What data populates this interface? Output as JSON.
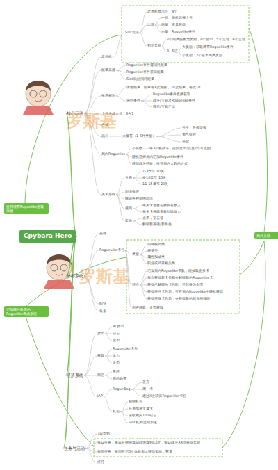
{
  "diagram": {
    "nodes": [
      {
        "text": [
          "Cpybara Hero"
        ]
      },
      {
        "text": [
          "核心玩法"
        ]
      },
      {
        "text": [
          "老虎机"
        ]
      },
      {
        "text": [
          "Slot玩法"
        ]
      },
      {
        "text": [
          "老虎机显示位：4个"
        ]
      },
      {
        "text": [
          "出现"
        ]
      },
      {
        "text": [
          "中间：随机选择士兵"
        ]
      },
      {
        "text": [
          "两侧：道具获得"
        ]
      },
      {
        "text": [
          "右侧：Roguelike事件"
        ]
      },
      {
        "text": [
          "判定奖励"
        ]
      },
      {
        "text": [
          "2个同类图案为奖励，4个金币，5个宝箱，6个宝箱"
        ]
      },
      {
        "text": [
          "3~5连"
        ]
      },
      {
        "text": [
          "大奖励：获取稀有Roguelike事件"
        ]
      },
      {
        "text": [
          "小奖励：2个基本同类奖励"
        ]
      },
      {
        "text": [
          "能量来源"
        ]
      },
      {
        "text": [
          "Roguelike事件需消耗能量"
        ]
      },
      {
        "text": [
          "Roguelike事件获得能量"
        ]
      },
      {
        "text": [
          "Slot玩法消耗能量"
        ]
      },
      {
        "text": [
          "推进规则"
        ]
      },
      {
        "text": [
          "体验能量：能量每X次免费，10次能量，每次10"
        ]
      },
      {
        "text": [
          "遇到事件"
        ]
      },
      {
        "text": [
          "Roguelike事件直接获取"
        ]
      },
      {
        "text": [
          "战斗/宝箱及Roguelike事件"
        ]
      },
      {
        "text": [
          "商店/宝箱产出"
        ]
      },
      {
        "text": [
          "士兵合成方式：3合1"
        ]
      },
      {
        "text": [
          "合成"
        ]
      },
      {
        "text": [
          "战斗"
        ]
      },
      {
        "text": [
          "大概有（1-6种类型）"
        ]
      },
      {
        "text": [
          "兵生、升级等级"
        ]
      },
      {
        "text": [
          "勇气提升"
        ]
      },
      {
        "text": [
          "进阶"
        ]
      },
      {
        "text": [
          "局内Roguelike"
        ]
      },
      {
        "text": [
          "小兵数"
        ]
      },
      {
        "text": [
          "每3个格战斗，得到金币/位置2个可选的"
        ]
      },
      {
        "text": [
          "随机选择局内增加Roguelike事件"
        ]
      },
      {
        "text": [
          "获得战斗经验，提升局内人数的方式"
        ]
      },
      {
        "text": [
          "关卡系统"
        ]
      },
      {
        "text": [
          "分布"
        ]
      },
      {
        "text": [
          "1-3章节 10关"
        ]
      },
      {
        "text": [
          "4-10章节 15关"
        ]
      },
      {
        "text": [
          "11-15章节 20关"
        ]
      },
      {
        "text": [
          "剧情推进"
        ]
      },
      {
        "text": [
          "解锁各种新的玩法"
        ]
      },
      {
        "text": [
          "规则"
        ]
      },
      {
        "text": [
          "每关卡需要击败所有敌人"
        ]
      },
      {
        "text": [
          "每关卡挑战失败扣除体力"
        ]
      },
      {
        "text": [
          "奖励"
        ]
      },
      {
        "text": [
          "金币，宝石等"
        ]
      },
      {
        "text": [
          "解锁新英雄/新角色"
        ]
      },
      {
        "text": [
          "外部系统"
        ]
      },
      {
        "text": [
          "英雄"
        ]
      },
      {
        "text": [
          "RogueLike卡包"
        ]
      },
      {
        "text": [
          "类型"
        ]
      },
      {
        "text": [
          "四种模式类"
        ]
      },
      {
        "text": [
          "精英类"
        ]
      },
      {
        "text": [
          "属性加成类"
        ]
      },
      {
        "text": [
          "职业或武器相关类"
        ]
      },
      {
        "text": [
          "特点"
        ]
      },
      {
        "text": [
          "增加局内Roguelike卡数，能抽取更多卡"
        ]
      },
      {
        "text": [
          "每次获得新卡包都会解锁新的Roguelike卡"
        ]
      },
      {
        "text": [
          "获得已解锁的卡包时，可转换为金币"
        ]
      },
      {
        "text": [
          "获得特性卡包后，可在局内Roguelike中随机获得"
        ]
      },
      {
        "text": [
          "获得特殊卡包后，会获得新的职业与技能"
        ]
      },
      {
        "text": [
          "用户获取：金币获取"
        ]
      },
      {
        "text": [
          "职业"
        ]
      },
      {
        "text": [
          "装备"
        ]
      },
      {
        "text": [
          "经济系统"
        ]
      },
      {
        "text": [
          "货币"
        ]
      },
      {
        "text": [
          "RL货币"
        ]
      },
      {
        "text": [
          "钻石"
        ]
      },
      {
        "text": [
          "金币"
        ]
      },
      {
        "text": [
          "获取"
        ]
      },
      {
        "text": [
          "RogueLike卡包"
        ]
      },
      {
        "text": [
          "体力"
        ]
      },
      {
        "text": [
          "金币"
        ]
      },
      {
        "text": [
          "商店"
        ]
      },
      {
        "text": [
          "常驻"
        ]
      },
      {
        "text": [
          "商品购买"
        ]
      },
      {
        "text": [
          "IAP"
        ]
      },
      {
        "text": [
          "RogueBag"
        ]
      },
      {
        "text": [
          "首充"
        ]
      },
      {
        "text": [
          "周一卡"
        ]
      },
      {
        "text": [
          "通过X次获得Roguelike卡包"
        ]
      },
      {
        "text": [
          "礼包"
        ]
      },
      {
        "text": [
          "初始礼包"
        ]
      },
      {
        "text": [
          "开局加速专属卡"
        ]
      },
      {
        "text": [
          "连续购买100钻石"
        ]
      },
      {
        "text": [
          "Slot机关/过期加速"
        ]
      },
      {
        "text": [
          "任务与活动"
        ]
      },
      {
        "text": [
          "7日签到"
        ]
      },
      {
        "text": [
          "每日任务：每日开始游戏Slot游戏到XX次，每日战斗XX次获得奖励"
        ]
      },
      {
        "text": [
          "每周任务：每周开启5次体验Slot获得奖励，重复"
        ]
      },
      {
        "text": [
          "排行"
        ]
      }
    ],
    "edges": [
      {
        "from": 0,
        "to": 1,
        "arrow": "none"
      },
      {
        "from": 1,
        "to": 2,
        "arrow": "none"
      },
      {
        "from": 2,
        "to": 3,
        "arrow": "none"
      },
      {
        "from": 3,
        "to": 4,
        "arrow": "none"
      },
      {
        "from": 3,
        "to": 5,
        "arrow": "none"
      },
      {
        "from": 5,
        "to": 6,
        "arrow": "none"
      },
      {
        "from": 5,
        "to": 7,
        "arrow": "none"
      },
      {
        "from": 5,
        "to": 8,
        "arrow": "none"
      },
      {
        "from": 3,
        "to": 9,
        "arrow": "none"
      },
      {
        "from": 9,
        "to": 10,
        "arrow": "none"
      },
      {
        "from": 9,
        "to": 11,
        "arrow": "none"
      },
      {
        "from": 11,
        "to": 12,
        "arrow": "none"
      },
      {
        "from": 11,
        "to": 13,
        "arrow": "none"
      },
      {
        "from": 1,
        "to": 14,
        "arrow": "none"
      },
      {
        "from": 14,
        "to": 15,
        "arrow": "none"
      },
      {
        "from": 14,
        "to": 16,
        "arrow": "none"
      },
      {
        "from": 14,
        "to": 17,
        "arrow": "none"
      },
      {
        "from": 1,
        "to": 18,
        "arrow": "none"
      },
      {
        "from": 18,
        "to": 19,
        "arrow": "none"
      },
      {
        "from": 18,
        "to": 20,
        "arrow": "none"
      },
      {
        "from": 20,
        "to": 21,
        "arrow": "none"
      },
      {
        "from": 20,
        "to": 22,
        "arrow": "none"
      },
      {
        "from": 20,
        "to": 23,
        "arrow": "none"
      },
      {
        "from": 1,
        "to": 24,
        "arrow": "none"
      },
      {
        "from": 1,
        "to": 25,
        "arrow": "none"
      },
      {
        "from": 1,
        "to": 26,
        "arrow": "none"
      },
      {
        "from": 26,
        "to": 27,
        "arrow": "none"
      },
      {
        "from": 27,
        "to": 28,
        "arrow": "none"
      },
      {
        "from": 27,
        "to": 29,
        "arrow": "none"
      },
      {
        "from": 27,
        "to": 30,
        "arrow": "none"
      },
      {
        "from": 1,
        "to": 31,
        "arrow": "none"
      },
      {
        "from": 31,
        "to": 32,
        "arrow": "none"
      },
      {
        "from": 32,
        "to": 33,
        "arrow": "none"
      },
      {
        "from": 31,
        "to": 34,
        "arrow": "none"
      },
      {
        "from": 31,
        "to": 35,
        "arrow": "none"
      },
      {
        "from": 1,
        "to": 36,
        "arrow": "none"
      },
      {
        "from": 36,
        "to": 37,
        "arrow": "none"
      },
      {
        "from": 37,
        "to": 38,
        "arrow": "none"
      },
      {
        "from": 37,
        "to": 39,
        "arrow": "none"
      },
      {
        "from": 37,
        "to": 40,
        "arrow": "none"
      },
      {
        "from": 36,
        "to": 41,
        "arrow": "none"
      },
      {
        "from": 36,
        "to": 42,
        "arrow": "none"
      },
      {
        "from": 36,
        "to": 43,
        "arrow": "none"
      },
      {
        "from": 43,
        "to": 44,
        "arrow": "none"
      },
      {
        "from": 43,
        "to": 45,
        "arrow": "none"
      },
      {
        "from": 36,
        "to": 46,
        "arrow": "none"
      },
      {
        "from": 46,
        "to": 47,
        "arrow": "none"
      },
      {
        "from": 46,
        "to": 48,
        "arrow": "none"
      },
      {
        "from": 0,
        "to": 49,
        "arrow": "none"
      },
      {
        "from": 49,
        "to": 50,
        "arrow": "none"
      },
      {
        "from": 49,
        "to": 51,
        "arrow": "none"
      },
      {
        "from": 51,
        "to": 52,
        "arrow": "none"
      },
      {
        "from": 52,
        "to": 53,
        "arrow": "none"
      },
      {
        "from": 52,
        "to": 54,
        "arrow": "none"
      },
      {
        "from": 52,
        "to": 55,
        "arrow": "none"
      },
      {
        "from": 52,
        "to": 56,
        "arrow": "none"
      },
      {
        "from": 51,
        "to": 57,
        "arrow": "none"
      },
      {
        "from": 57,
        "to": 58,
        "arrow": "none"
      },
      {
        "from": 57,
        "to": 59,
        "arrow": "none"
      },
      {
        "from": 57,
        "to": 60,
        "arrow": "none"
      },
      {
        "from": 57,
        "to": 61,
        "arrow": "none"
      },
      {
        "from": 57,
        "to": 62,
        "arrow": "none"
      },
      {
        "from": 51,
        "to": 63,
        "arrow": "none"
      },
      {
        "from": 49,
        "to": 64,
        "arrow": "none"
      },
      {
        "from": 49,
        "to": 65,
        "arrow": "none"
      },
      {
        "from": 0,
        "to": 66,
        "arrow": "none"
      },
      {
        "from": 66,
        "to": 67,
        "arrow": "none"
      },
      {
        "from": 67,
        "to": 68,
        "arrow": "none"
      },
      {
        "from": 67,
        "to": 69,
        "arrow": "none"
      },
      {
        "from": 67,
        "to": 70,
        "arrow": "none"
      },
      {
        "from": 66,
        "to": 71,
        "arrow": "none"
      },
      {
        "from": 71,
        "to": 72,
        "arrow": "none"
      },
      {
        "from": 71,
        "to": 73,
        "arrow": "none"
      },
      {
        "from": 71,
        "to": 74,
        "arrow": "none"
      },
      {
        "from": 66,
        "to": 75,
        "arrow": "none"
      },
      {
        "from": 75,
        "to": 76,
        "arrow": "none"
      },
      {
        "from": 75,
        "to": 77,
        "arrow": "none"
      },
      {
        "from": 66,
        "to": 78,
        "arrow": "none"
      },
      {
        "from": 78,
        "to": 79,
        "arrow": "none"
      },
      {
        "from": 79,
        "to": 80,
        "arrow": "none"
      },
      {
        "from": 79,
        "to": 81,
        "arrow": "none"
      },
      {
        "from": 79,
        "to": 82,
        "arrow": "none"
      },
      {
        "from": 78,
        "to": 83,
        "arrow": "none"
      },
      {
        "from": 83,
        "to": 84,
        "arrow": "none"
      },
      {
        "from": 83,
        "to": 85,
        "arrow": "none"
      },
      {
        "from": 83,
        "to": 86,
        "arrow": "none"
      },
      {
        "from": 83,
        "to": 87,
        "arrow": "none"
      },
      {
        "from": 0,
        "to": 88,
        "arrow": "none"
      },
      {
        "from": 88,
        "to": 89,
        "arrow": "none"
      },
      {
        "from": 88,
        "to": 90,
        "arrow": "none"
      },
      {
        "from": 88,
        "to": 91,
        "arrow": "none"
      },
      {
        "from": 88,
        "to": 92,
        "arrow": "none"
      }
    ],
    "labels": [
      "提升现有Roguelike游戏体验",
      "增加额外数值的Roguelike养成系统",
      "局外关联",
      "罗斯基",
      "罗斯基"
    ]
  }
}
